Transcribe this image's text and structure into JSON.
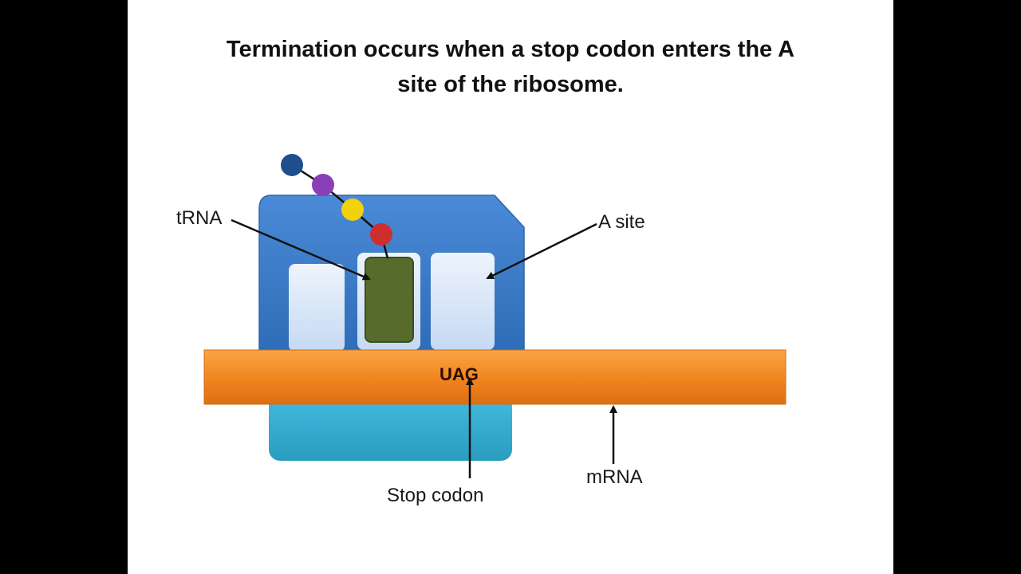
{
  "slide": {
    "title_line1": "Termination occurs when a stop codon enters the A",
    "title_line2": "site of the ribosome."
  },
  "diagram": {
    "labels": {
      "trna": "tRNA",
      "a_site": "A site",
      "stop_codon": "Stop codon",
      "mrna": "mRNA"
    },
    "codon_text": "UAG",
    "colors": {
      "ribosome_large": "#3f7fcc",
      "ribosome_small": "#35aacb",
      "mrna": "#f0841f",
      "trna": "#566b2c",
      "site_box": "#dce8f8",
      "amino_acids": [
        "#1f4e8c",
        "#8a3fb8",
        "#f2d20b",
        "#cf2e2e"
      ]
    }
  }
}
